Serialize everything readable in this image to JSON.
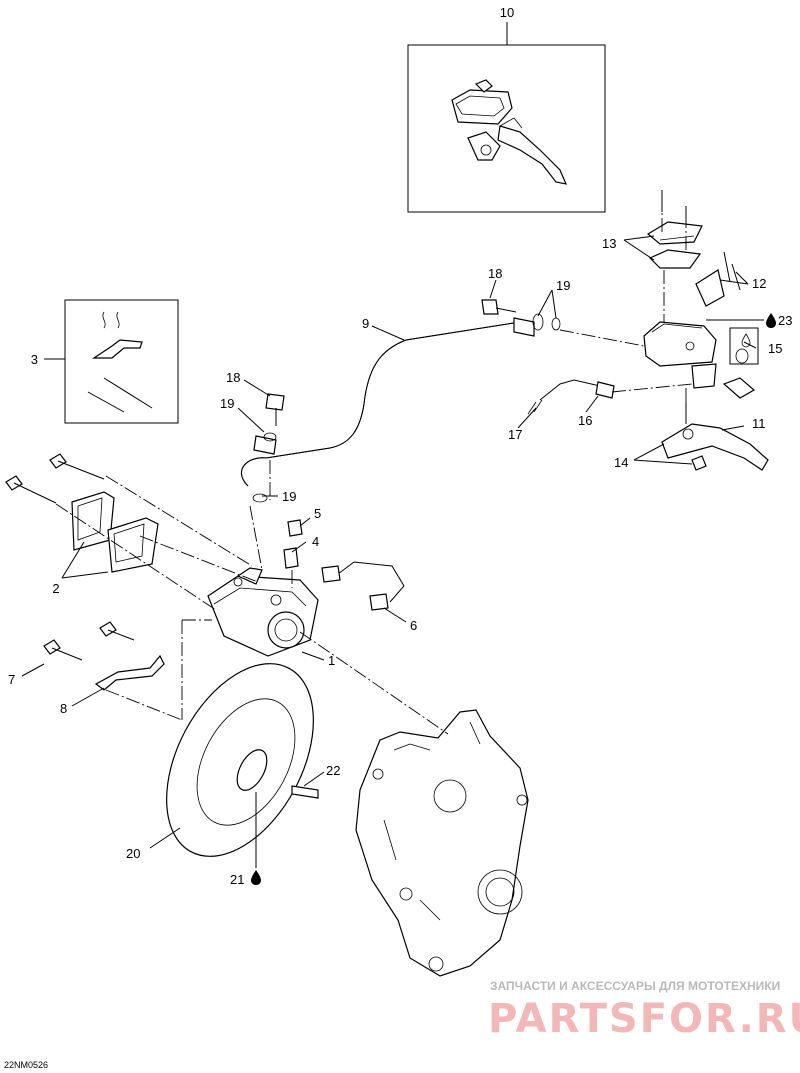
{
  "diagram_code": "22NM0526",
  "watermark": {
    "tagline": "ЗАПЧАСТИ И АКСЕССУАРЫ ДЛЯ МОТОТЕХНИКИ",
    "brand": "PARTSFOR.RU"
  },
  "callouts": {
    "c1": "1",
    "c2": "2",
    "c3": "3",
    "c4": "4",
    "c5": "5",
    "c6": "6",
    "c7": "7",
    "c8": "8",
    "c9": "9",
    "c10": "10",
    "c11": "11",
    "c12": "12",
    "c13": "13",
    "c14": "14",
    "c15": "15",
    "c16": "16",
    "c17": "17",
    "c18a": "18",
    "c18b": "18",
    "c19a": "19",
    "c19b": "19",
    "c19c": "19",
    "c20": "20",
    "c21": "21",
    "c22": "22",
    "c23": "23"
  },
  "icons": {
    "lubricant": "drop-icon",
    "lubricant_15": "drop-outline-icon"
  }
}
